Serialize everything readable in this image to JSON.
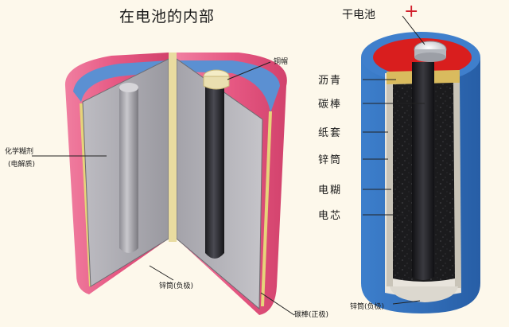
{
  "left_title": "在电池的内部",
  "right_title": "干电池",
  "plus_sign": "+",
  "left_labels": {
    "copper_cap": "铜帽",
    "paste_line1": "化学糊剂",
    "paste_line2": "(电解质)",
    "zinc_can": "锌筒(负极)",
    "carbon_rod": "碳棒(正极)"
  },
  "right_labels": {
    "asphalt": "沥青",
    "carbon_rod": "碳棒",
    "paper_sleeve": "纸套",
    "zinc_can": "锌筒",
    "paste": "电糊",
    "core": "电芯",
    "bottom_zinc": "锌筒(负极)"
  },
  "colors": {
    "background": "#fdf8eb",
    "outer_pink": "#e85a86",
    "inner_blue": "#5a8fd0",
    "zinc_gray": "#a9a7ad",
    "carbon_black": "#2a2a2e",
    "copper_cap": "#f2e7bd",
    "dry_cell_blue": "#2f6fb8",
    "dry_cell_red": "#d91e1e",
    "asphalt_gold": "#d8b85a"
  }
}
